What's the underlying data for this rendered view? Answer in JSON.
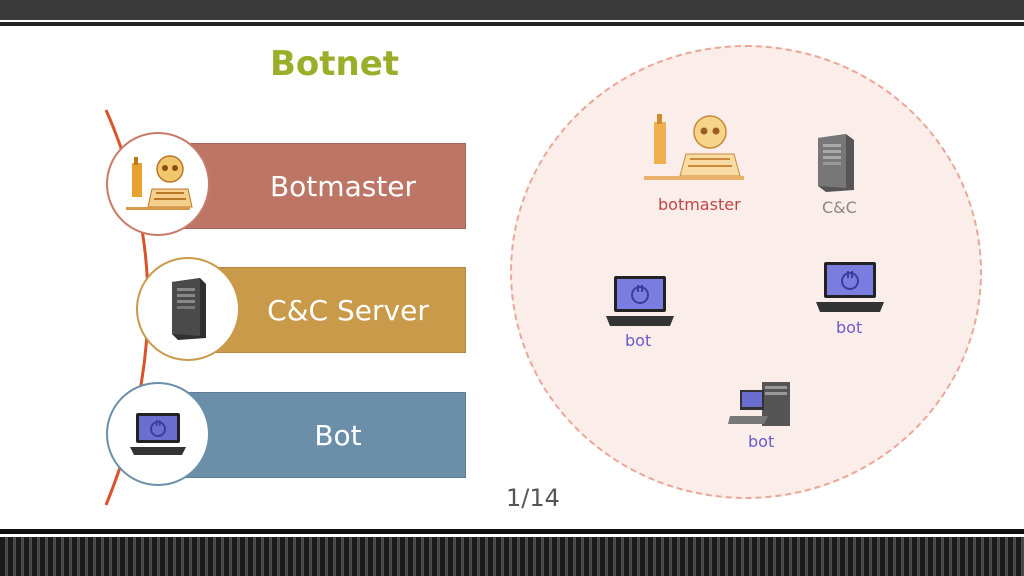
{
  "slide": {
    "title": "Botnet",
    "page_number": "1/14"
  },
  "legend": {
    "items": [
      {
        "label": "Botmaster",
        "icon": "hacker-icon",
        "color": "#bd7566"
      },
      {
        "label": "C&C  Server",
        "icon": "server-icon",
        "color": "#c89a4a"
      },
      {
        "label": "Bot",
        "icon": "laptop-icon",
        "color": "#6b8fa9"
      }
    ]
  },
  "network": {
    "nodes": [
      {
        "label": "botmaster",
        "icon": "hacker-icon",
        "color": "#c04545"
      },
      {
        "label": "C&C",
        "icon": "server-icon",
        "color": "#888888"
      },
      {
        "label": "bot",
        "icon": "laptop-icon",
        "color": "#6a5cc8"
      },
      {
        "label": "bot",
        "icon": "laptop-icon",
        "color": "#6a5cc8"
      },
      {
        "label": "bot",
        "icon": "desktop-pc-icon",
        "color": "#6a5cc8"
      }
    ]
  },
  "colors": {
    "title": "#9aae2a",
    "accent_line": "#d9532b"
  }
}
